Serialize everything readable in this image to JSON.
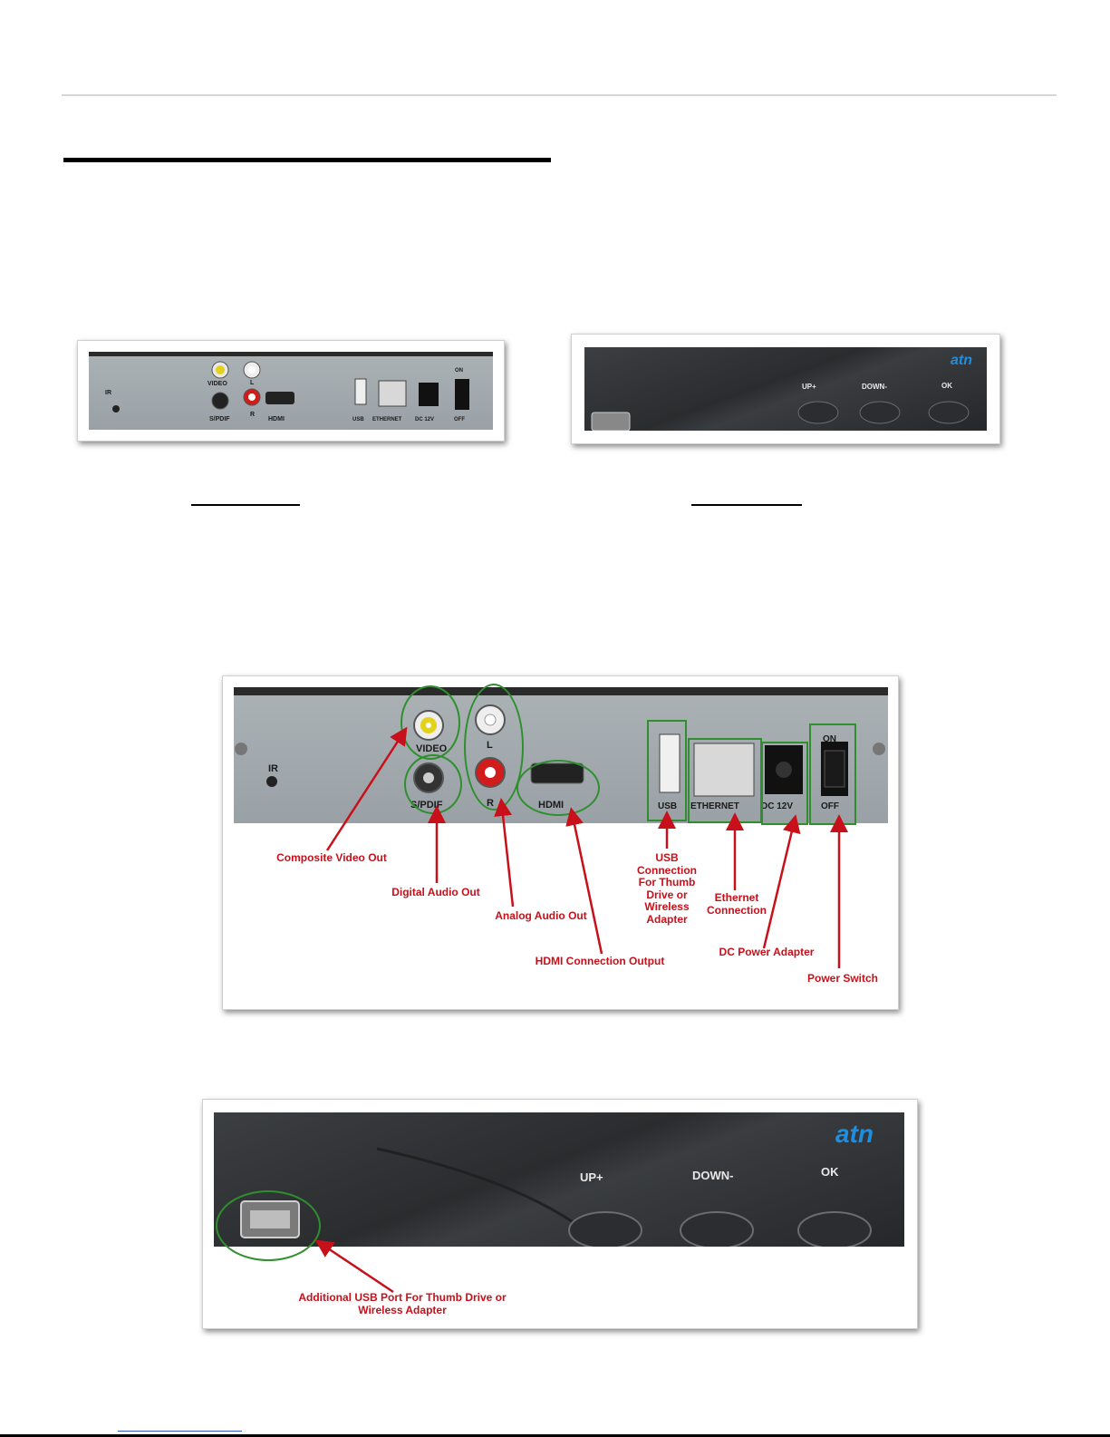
{
  "rear_panel_labels": {
    "ir": "IR",
    "video": "VIDEO",
    "l": "L",
    "r": "R",
    "spdif": "S/PDIF",
    "hdmi": "HDMI",
    "usb": "USB",
    "ethernet": "ETHERNET",
    "dc": "DC 12V",
    "on": "ON",
    "off": "OFF"
  },
  "front_panel_labels": {
    "up": "UP+",
    "down": "DOWN-",
    "ok": "OK",
    "logo": "atn"
  },
  "callouts": {
    "composite_video": "Composite Video Out",
    "digital_audio": "Digital Audio Out",
    "analog_audio": "Analog Audio Out",
    "hdmi_output": "HDMI Connection Output",
    "usb_connection": "USB Connection For Thumb Drive or Wireless Adapter",
    "ethernet_connection": "Ethernet Connection",
    "dc_power": "DC Power Adapter",
    "power_switch": "Power Switch",
    "additional_usb": "Additional USB Port For Thumb Drive or Wireless Adapter"
  },
  "colors": {
    "callout_red": "#c8101a",
    "highlight_green": "#2f8f2f"
  }
}
